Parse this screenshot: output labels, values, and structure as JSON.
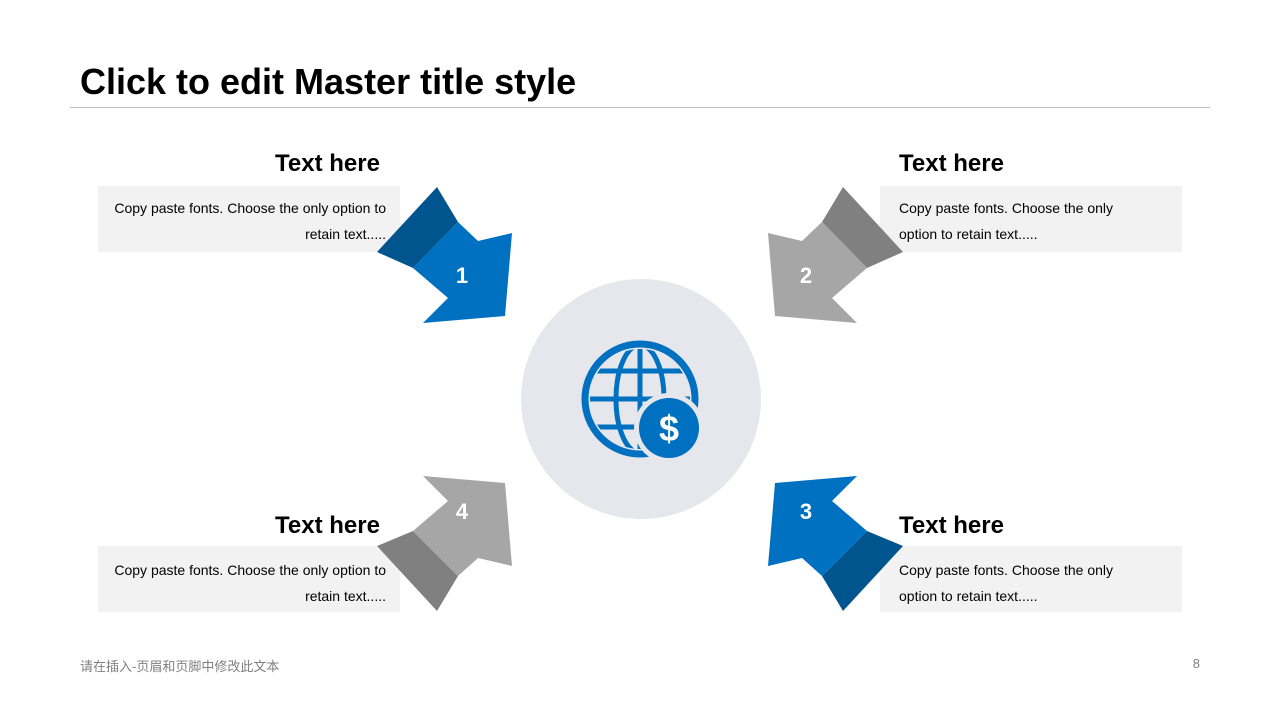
{
  "slide": {
    "title": "Click to edit Master title style",
    "footer": "请在插入-页眉和页脚中修改此文本",
    "page_number": "8"
  },
  "center": {
    "icon": "globe-dollar-icon"
  },
  "colors": {
    "blue": "#0070c0",
    "blue_dark": "#00558f",
    "gray": "#a6a6a6",
    "gray_dark": "#808080",
    "circle": "#e6e7ec",
    "box": "#f2f2f2"
  },
  "items": [
    {
      "heading": "Text here",
      "body": "Copy paste fonts. Choose the only option to retain text.....",
      "number": "1",
      "color": "blue"
    },
    {
      "heading": "Text here",
      "body": "Copy paste fonts. Choose the only option to retain text.....",
      "number": "2",
      "color": "gray"
    },
    {
      "heading": "Text here",
      "body": "Copy paste fonts. Choose the only option to retain text.....",
      "number": "3",
      "color": "blue"
    },
    {
      "heading": "Text here",
      "body": "Copy paste fonts. Choose the only option to retain text.....",
      "number": "4",
      "color": "gray"
    }
  ]
}
